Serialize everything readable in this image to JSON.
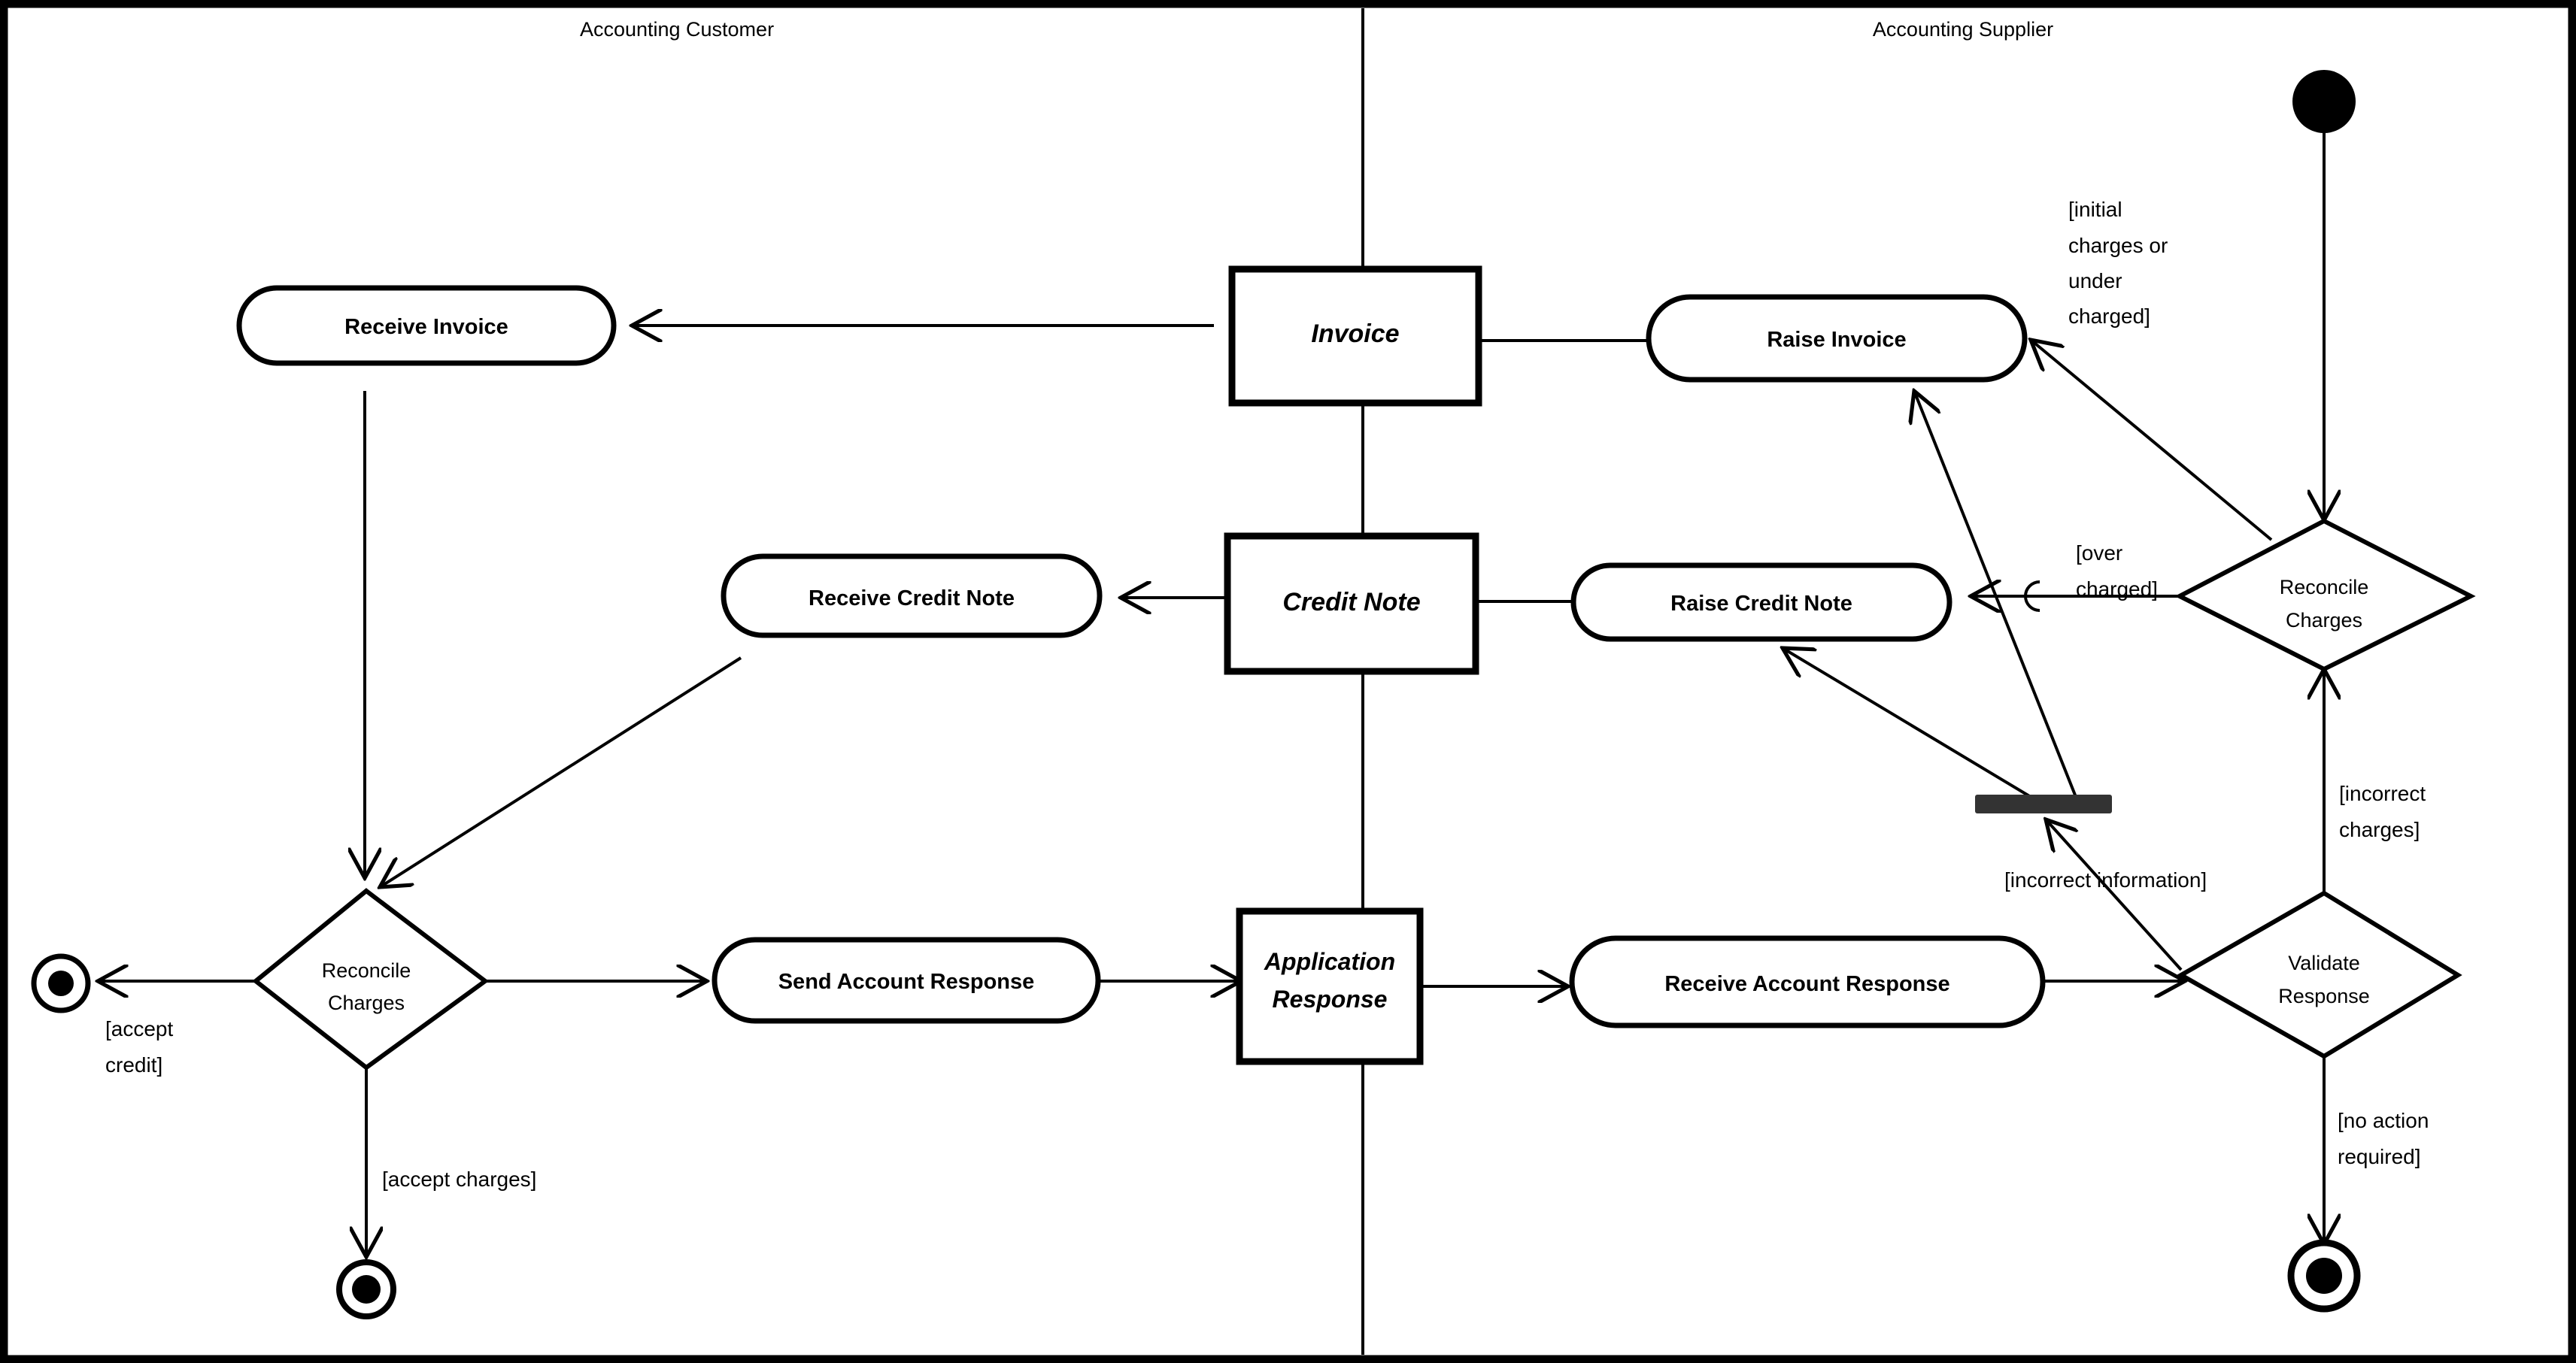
{
  "diagram": {
    "title": "Accounting Activity Diagram",
    "type": "uml-activity-diagram",
    "frame_color": "#000000",
    "background_color": "#ffffff",
    "line_color": "#000000",
    "fork_bar_color": "#333333"
  },
  "swimlanes": [
    {
      "id": "customer",
      "label": "Accounting Customer"
    },
    {
      "id": "supplier",
      "label": "Accounting Supplier"
    }
  ],
  "nodes": {
    "initial": {
      "kind": "initial-node",
      "label": ""
    },
    "receive_invoice": {
      "kind": "action",
      "label": "Receive Invoice"
    },
    "invoice_object": {
      "kind": "object-node",
      "label": "Invoice"
    },
    "raise_invoice": {
      "kind": "action",
      "label": "Raise Invoice"
    },
    "receive_credit_note": {
      "kind": "action",
      "label": "Receive Credit Note"
    },
    "credit_note_object": {
      "kind": "object-node",
      "label": "Credit Note"
    },
    "raise_credit_note": {
      "kind": "action",
      "label": "Raise Credit Note"
    },
    "reconcile_charges_supplier": {
      "kind": "decision",
      "label_line1": "Reconcile",
      "label_line2": "Charges"
    },
    "reconcile_charges_customer": {
      "kind": "decision",
      "label_line1": "Reconcile",
      "label_line2": "Charges"
    },
    "send_account_response": {
      "kind": "action",
      "label": "Send Account Response"
    },
    "application_response_object": {
      "kind": "object-node",
      "label_line1": "Application",
      "label_line2": "Response"
    },
    "receive_account_response": {
      "kind": "action",
      "label": "Receive Account Response"
    },
    "validate_response": {
      "kind": "decision",
      "label_line1": "Validate",
      "label_line2": "Response"
    },
    "merge_bar": {
      "kind": "fork-join-bar",
      "label": ""
    },
    "final_accept_credit": {
      "kind": "final-node",
      "label": ""
    },
    "final_accept_charges": {
      "kind": "final-node",
      "label": ""
    },
    "final_no_action": {
      "kind": "final-node",
      "label": ""
    }
  },
  "guards": {
    "initial_charges": {
      "lines": [
        "[initial",
        "charges or",
        "under",
        "charged]"
      ]
    },
    "over_charged": {
      "lines": [
        "[over",
        "charged]"
      ]
    },
    "incorrect_charges": {
      "lines": [
        "[incorrect",
        "charges]"
      ]
    },
    "incorrect_information": {
      "lines": [
        "[incorrect information]"
      ]
    },
    "accept_credit": {
      "lines": [
        "[accept",
        "credit]"
      ]
    },
    "accept_charges": {
      "lines": [
        "[accept charges]"
      ]
    },
    "no_action_required": {
      "lines": [
        "[no action",
        "required]"
      ]
    }
  }
}
